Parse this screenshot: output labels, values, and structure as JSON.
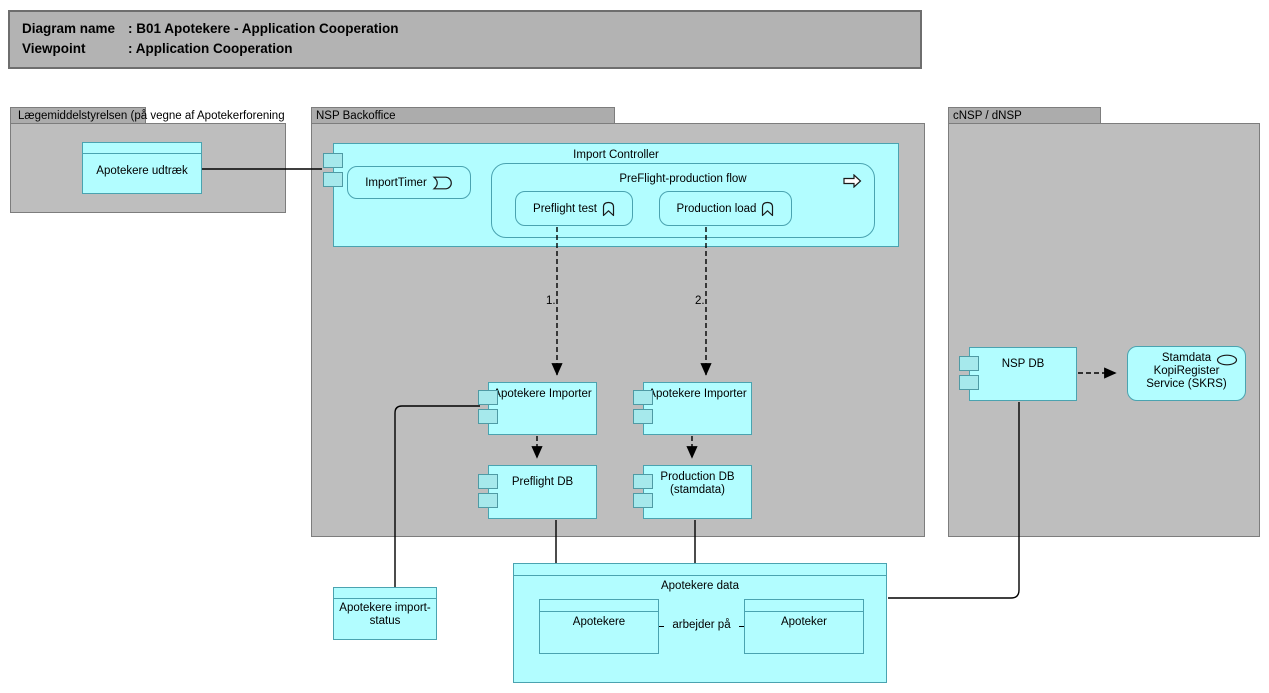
{
  "title_box": {
    "rows": [
      {
        "label": "Diagram name",
        "value": ": B01 Apotekere - Application Cooperation"
      },
      {
        "label": "Viewpoint",
        "value": ": Application Cooperation"
      }
    ]
  },
  "groups": {
    "laegemiddelstyrelsen": {
      "label": "Lægemiddelstyrelsen (på vegne af Apotekerforening"
    },
    "nsp_backoffice": {
      "label": "NSP Backoffice"
    },
    "cnsp_dnsp": {
      "label": "cNSP / dNSP"
    }
  },
  "nodes": {
    "apotekere_udtraek": {
      "label": "Apotekere udtræk",
      "type": "data-object"
    },
    "import_controller": {
      "label": "Import Controller",
      "type": "application-component"
    },
    "import_timer": {
      "label": "ImportTimer",
      "type": "application-event",
      "icon": "event-icon"
    },
    "preflight_production_flow": {
      "label": "PreFlight-production flow",
      "type": "application-process",
      "icon": "process-icon"
    },
    "preflight_test": {
      "label": "Preflight test",
      "type": "application-function",
      "icon": "function-icon"
    },
    "production_load": {
      "label": "Production load",
      "type": "application-function",
      "icon": "function-icon"
    },
    "apotekere_importer_1": {
      "label": "Apotekere Importer",
      "type": "application-component"
    },
    "apotekere_importer_2": {
      "label": "Apotekere Importer",
      "type": "application-component"
    },
    "preflight_db": {
      "label": "Preflight DB",
      "type": "application-component"
    },
    "production_db": {
      "label": "Production DB (stamdata)",
      "type": "application-component"
    },
    "nsp_db": {
      "label": "NSP DB",
      "type": "application-component"
    },
    "skrs_service": {
      "label": "Stamdata KopiRegister Service (SKRS)",
      "type": "application-service",
      "icon": "service-icon"
    },
    "apotekere_import_status": {
      "label": "Apotekere import-status",
      "type": "data-object"
    },
    "apotekere_data": {
      "label": "Apotekere data",
      "type": "data-object"
    },
    "apotekere_object": {
      "label": "Apotekere",
      "type": "data-object"
    },
    "apoteker_object": {
      "label": "Apoteker",
      "type": "data-object"
    }
  },
  "connector_labels": {
    "step1": "1.",
    "step2": "2.",
    "arbejder_paa": "arbejder på"
  },
  "colors": {
    "node_fill": "#b2fdff",
    "node_border": "#4aa3b0",
    "port_fill": "#a6e9ec",
    "group_body": "#bebebe",
    "group_tab": "#acacac",
    "group_border": "#7d7d7d",
    "title_fill": "#b3b3b3",
    "connector": "#000000"
  }
}
